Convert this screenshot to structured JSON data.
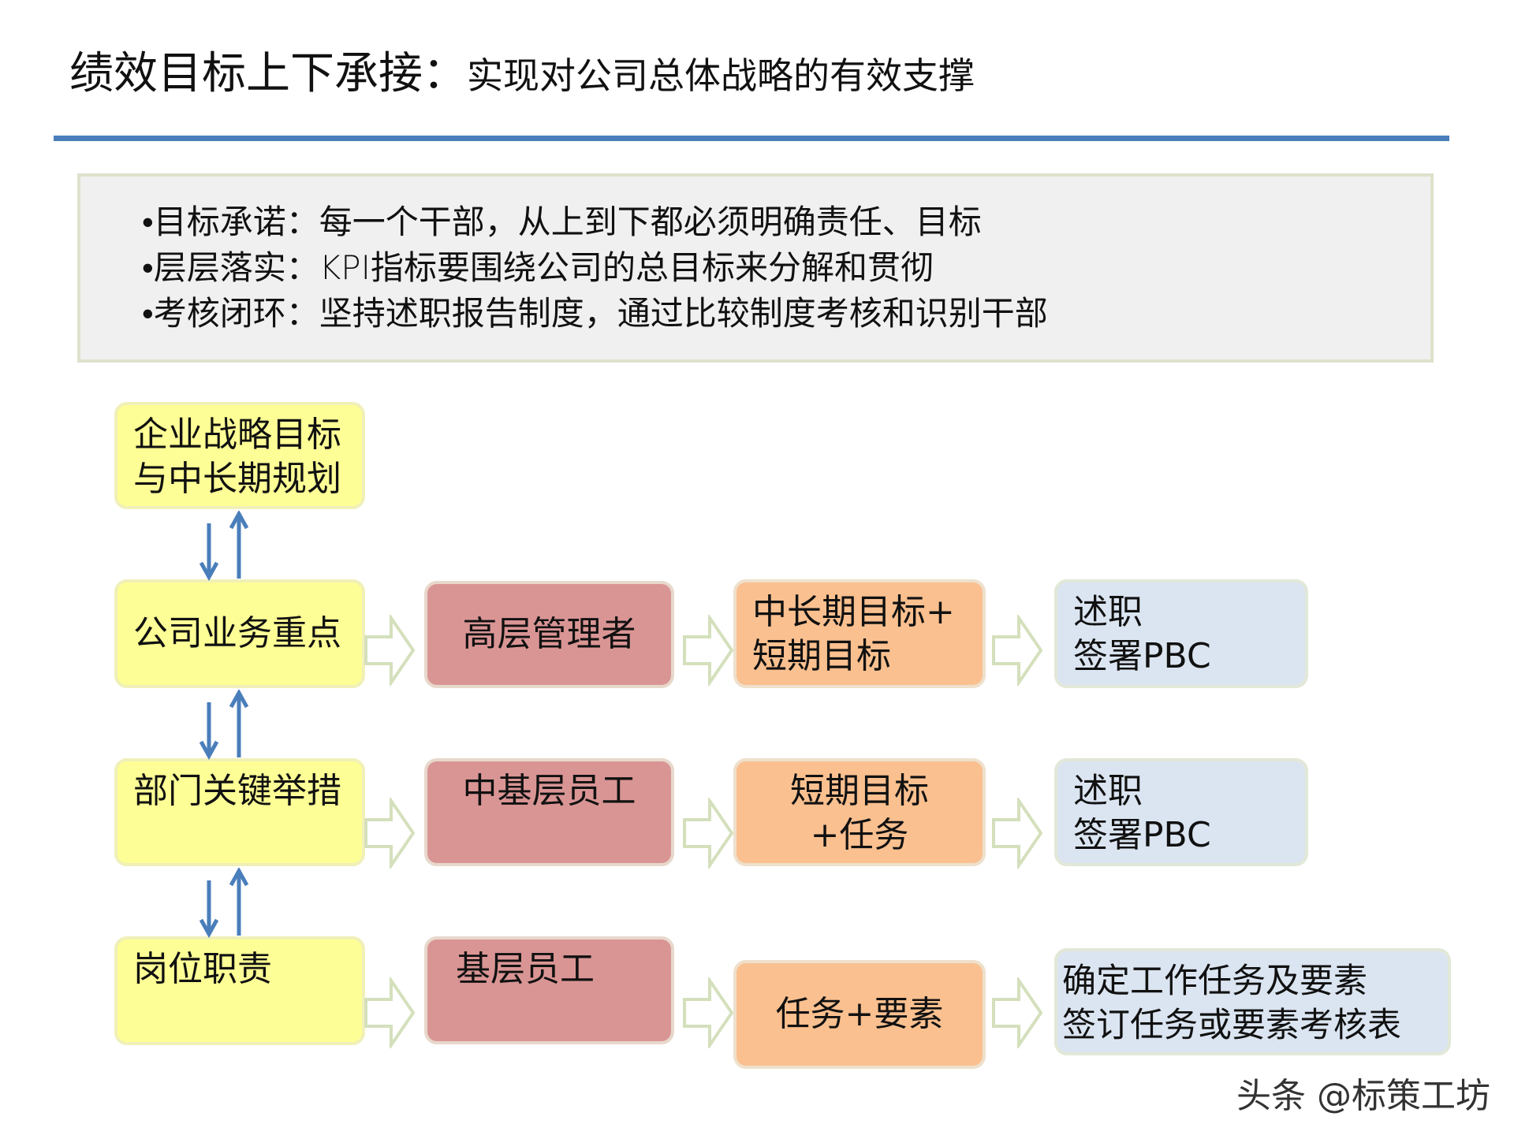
{
  "title": {
    "main": "绩效目标上下承接：",
    "sub": "实现对公司总体战略的有效支撑"
  },
  "notes": [
    "•目标承诺：每一个干部，从上到下都必须明确责任、目标",
    "•层层落实：KPI指标要围绕公司的总目标来分解和贯彻",
    "•考核闭环：坚持述职报告制度，通过比较制度考核和识别干部"
  ],
  "levels": [
    {
      "l1": "企业战略目标",
      "l2": "与中长期规划"
    },
    {
      "label": "公司业务重点",
      "role": "高层管理者",
      "goal1": "中长期目标+",
      "goal2": "短期目标",
      "act1": "述职",
      "act2": "签署PBC"
    },
    {
      "label": "部门关键举措",
      "role": "中基层员工",
      "goal1": "短期目标",
      "goal2": "+任务",
      "act1": "述职",
      "act2": "签署PBC"
    },
    {
      "label": "岗位职责",
      "role": "基层员工",
      "goal1": "任务+要素",
      "act1": "确定工作任务及要素",
      "act2": "签订任务或要素考核表"
    }
  ],
  "watermark": "头条 @标策工坊",
  "colors": {
    "rule": "#4a7ebb",
    "strategy": "#fefe96",
    "role": "#d99594",
    "goal": "#fac08f",
    "action": "#dbe5f1",
    "arrow": "#4a7ebb"
  }
}
